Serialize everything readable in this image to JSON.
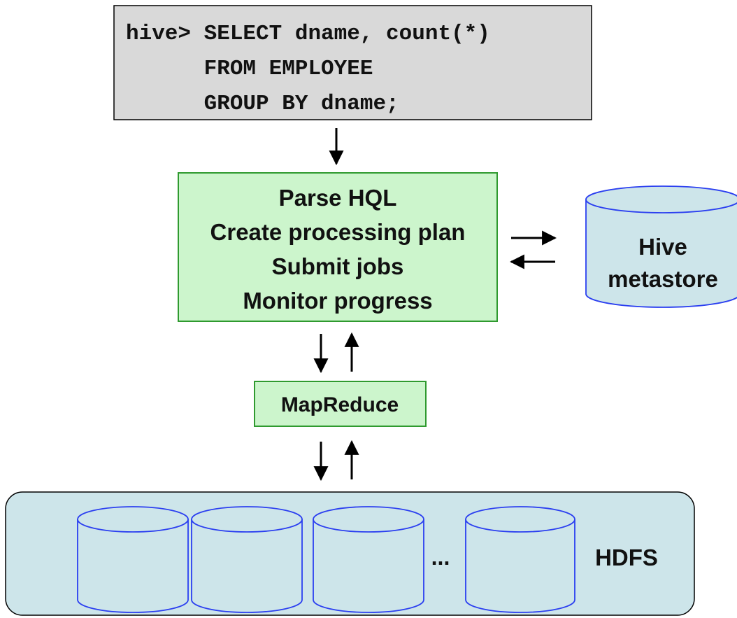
{
  "query": {
    "lines": [
      "hive> SELECT dname, count(*)",
      "      FROM EMPLOYEE",
      "      GROUP BY dname;"
    ]
  },
  "driver": {
    "lines": [
      "Parse HQL",
      "Create processing plan",
      "Submit jobs",
      "Monitor progress"
    ]
  },
  "metastore": {
    "lines": [
      "Hive",
      "metastore"
    ]
  },
  "mapreduce": {
    "label": "MapReduce"
  },
  "hdfs": {
    "label": "HDFS",
    "ellipsis": "..."
  },
  "colors": {
    "query_fill": "#d9d9d9",
    "driver_fill": "#ccf5cc",
    "driver_border": "#2f9a2f",
    "cylinder_fill": "#cde5ea",
    "cylinder_stroke": "#2b3ff0",
    "hdfs_fill": "#cde5ea"
  }
}
